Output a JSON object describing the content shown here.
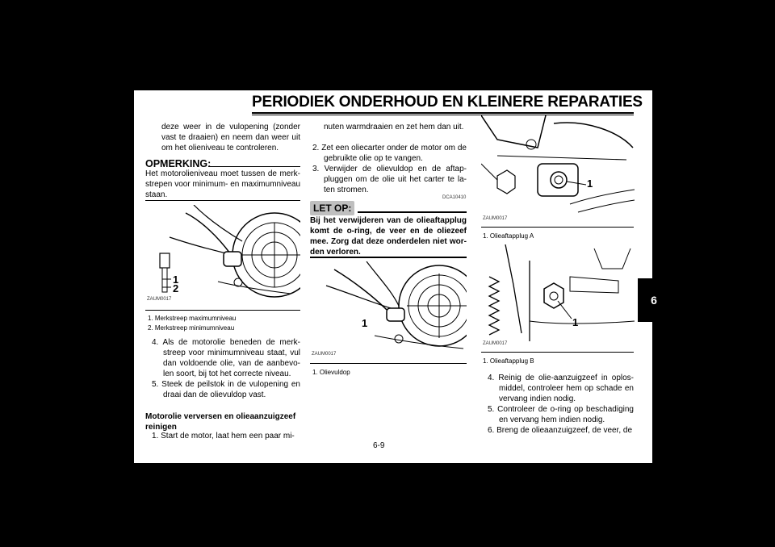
{
  "header": {
    "title": "PERIODIEK ONDERHOUD EN KLEINERE REPARATIES"
  },
  "chapter_tab": "6",
  "page_number": "6-9",
  "col1": {
    "intro": "deze weer in de vulopening (zonder vast te draaien) en neem dan weer uit om het olieniveau te controleren.",
    "note_title": "OPMERKING:",
    "note_text": "Het motorolieniveau moet tussen de merk-strepen voor minimum- en maximumniveau staan.",
    "fig_code": "ZAUM0017",
    "fig_labels": [
      "1",
      "2"
    ],
    "captions": [
      "1. Merkstreep maximumniveau",
      "2. Merkstreep minimumniveau"
    ],
    "steps": [
      "4. Als de motorolie beneden de merk-streep voor minimumniveau staat, vul dan voldoende olie, van de aanbevo-len soort, bij tot het correcte niveau.",
      "5. Steek de peilstok in de vulopening en draai dan de olievuldop vast."
    ],
    "subheading": "Motorolie verversen en olieaanzuigzeef reinigen",
    "step1": "1. Start de motor, laat hem een paar mi-"
  },
  "col2": {
    "cont": "nuten warmdraaien en zet hem dan uit.",
    "steps": [
      "2. Zet een oliecarter onder de motor om de gebruikte olie op te vangen.",
      "3. Verwijder de olievuldop en de aftap-pluggen om de olie uit het carter te la-ten stromen."
    ],
    "caution_code": "DCA10410",
    "caution_title": "LET OP:",
    "caution_text": "Bij het verwijderen van de olieaftapplug komt de o-ring, de veer en de oliezeef mee. Zorg dat deze onderdelen niet wor-den verloren.",
    "fig_code": "ZAUM0017",
    "fig_label": "1",
    "caption": "1. Olievuldop"
  },
  "col3": {
    "fig1_code": "ZAUM0017",
    "fig1_label": "1",
    "caption1": "1. Olieaftapplug A",
    "fig2_code": "ZAUM0017",
    "fig2_label": "1",
    "caption2": "1. Olieaftapplug B",
    "steps": [
      "4. Reinig de olie-aanzuigzeef in oplos-middel, controleer hem op schade en vervang indien nodig.",
      "5. Controleer de o-ring op beschadiging en vervang hem indien nodig.",
      "6. Breng de olieaanzuigzeef, de veer, de"
    ]
  }
}
